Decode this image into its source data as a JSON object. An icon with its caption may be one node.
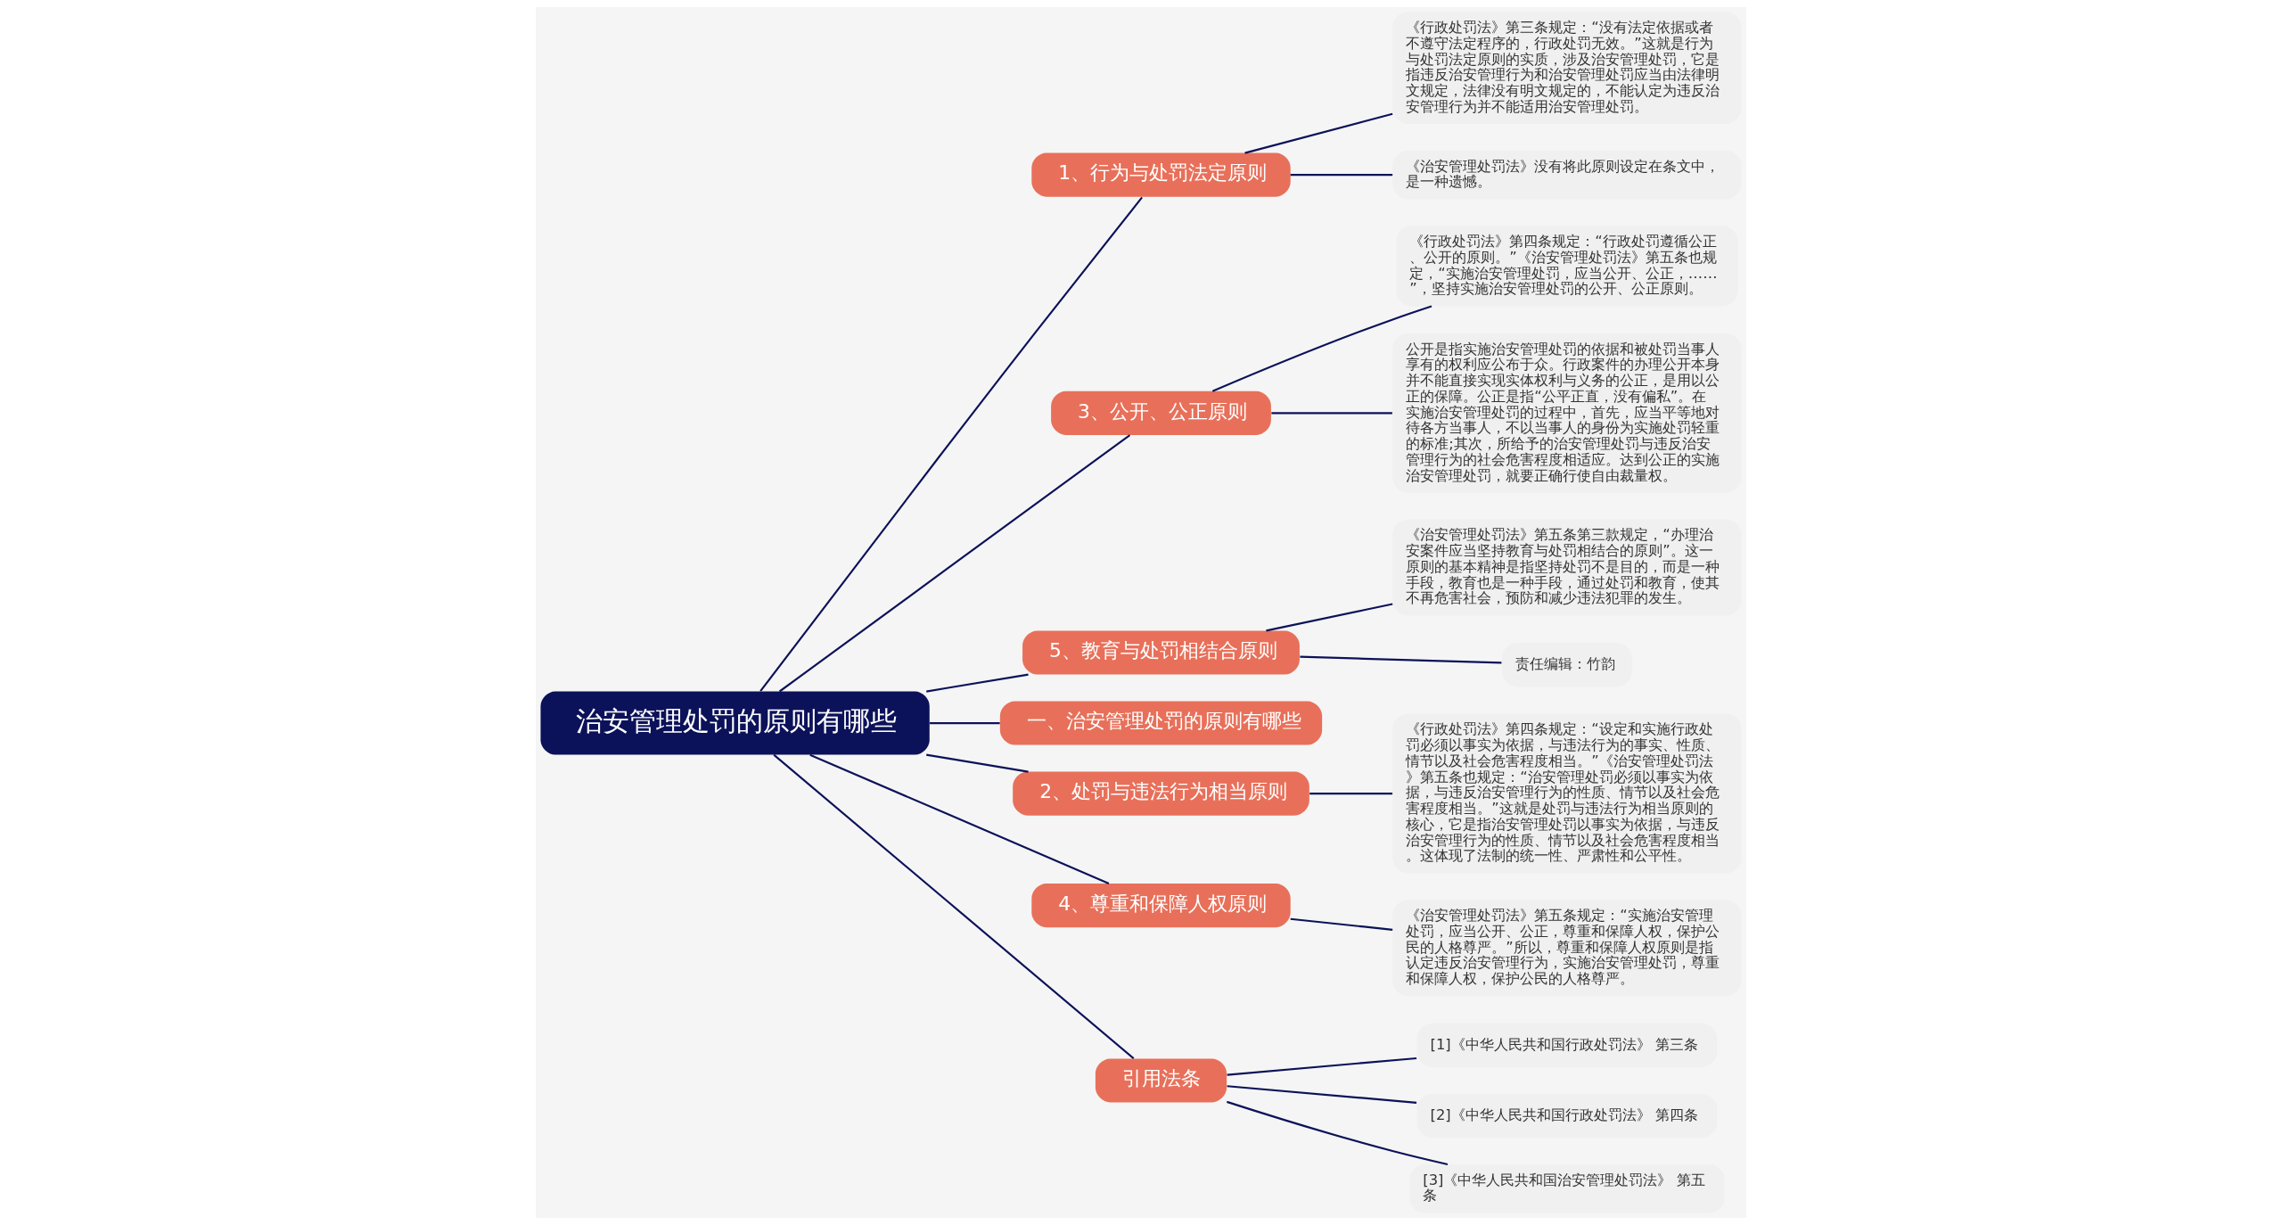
{
  "diagram": {
    "nodes": [
      {
        "text": [
          "治安管理处罚的原则有哪些"
        ]
      },
      {
        "text": [
          "1、行为与处罚法定原则"
        ]
      },
      {
        "text": [
          "《行政处罚法》第三条规定：“没有法定依据或者不遵守法定程序的，行政处罚无效。”这就是行为与处罚法定原则的实质，涉及治安管理处罚，它是指违反治安管理行为和治安管理处罚应当由法律明文规定，法律没有明文规定的，不能认定为违反治安管理行为并不能适用治安管理处罚。"
        ]
      },
      {
        "text": [
          "《治安管理处罚法》没有将此原则设定在条文中，是一种遗憾。"
        ]
      },
      {
        "text": [
          "3、公开、公正原则"
        ]
      },
      {
        "text": [
          "《行政处罚法》第四条规定：“行政处罚遵循公正、公开的原则。”《治安管理处罚法》第五条也规定，“实施治安管理处罚，应当公开、公正，……”，坚持实施治安管理处罚的公开、公正原则。"
        ]
      },
      {
        "text": [
          "公开是指实施治安管理处罚的依据和被处罚当事人享有的权利应公布于众。行政案件的办理公开本身并不能直接实现实体权利与义务的公正，是用以公正的保障。公正是指“公平正直，没有偏私”。在实施治安管理处罚的过程中，首先，应当平等地对待各方当事人，不以当事人的身份为实施处罚轻重的标准;其次，所给予的治安管理处罚与违反治安管理行为的社会危害程度相适应。达到公正的实施治安管理处罚，就要正确行使自由裁量权。"
        ]
      },
      {
        "text": [
          "5、教育与处罚相结合原则"
        ]
      },
      {
        "text": [
          "《治安管理处罚法》第五条第三款规定，“办理治安案件应当坚持教育与处罚相结合的原则”。这一原则的基本精神是指坚持处罚不是目的，而是一种手段，教育也是一种手段，通过处罚和教育，使其不再危害社会，预防和减少违法犯罪的发生。"
        ]
      },
      {
        "text": [
          "责任编辑：竹韵"
        ]
      },
      {
        "text": [
          "一、治安管理处罚的原则有哪些"
        ]
      },
      {
        "text": [
          "2、处罚与违法行为相当原则"
        ]
      },
      {
        "text": [
          "《行政处罚法》第四条规定：“设定和实施行政处罚必须以事实为依据，与违法行为的事实、性质、情节以及社会危害程度相当。”《治安管理处罚法》第五条也规定：“治安管理处罚必须以事实为依据，与违反治安管理行为的性质、情节以及社会危害程度相当。”这就是处罚与违法行为相当原则的核心，它是指治安管理处罚以事实为依据，与违反治安管理行为的性质、情节以及社会危害程度相当。这体现了法制的统一性、严肃性和公平性。"
        ]
      },
      {
        "text": [
          "4、尊重和保障人权原则"
        ]
      },
      {
        "text": [
          "《治安管理处罚法》第五条规定：“实施治安管理处罚，应当公开、公正，尊重和保障人权，保护公民的人格尊严。”所以，尊重和保障人权原则是指认定违反治安管理行为，实施治安管理处罚，尊重和保障人权，保护公民的人格尊严。"
        ]
      },
      {
        "text": [
          "引用法条"
        ]
      },
      {
        "text": [
          "[1]《中华人民共和国行政处罚法》 第三条"
        ]
      },
      {
        "text": [
          "[2]《中华人民共和国行政处罚法》 第四条"
        ]
      },
      {
        "text": [
          "[3]《中华人民共和国治安管理处罚法》 第五条"
        ]
      }
    ],
    "edges": [
      {
        "from": 0,
        "to": 1,
        "arrow": "none"
      },
      {
        "from": 1,
        "to": 2,
        "arrow": "none"
      },
      {
        "from": 1,
        "to": 3,
        "arrow": "none"
      },
      {
        "from": 0,
        "to": 4,
        "arrow": "none"
      },
      {
        "from": 4,
        "to": 5,
        "arrow": "none"
      },
      {
        "from": 4,
        "to": 6,
        "arrow": "none"
      },
      {
        "from": 0,
        "to": 7,
        "arrow": "none"
      },
      {
        "from": 7,
        "to": 8,
        "arrow": "none"
      },
      {
        "from": 7,
        "to": 9,
        "arrow": "none"
      },
      {
        "from": 0,
        "to": 10,
        "arrow": "none"
      },
      {
        "from": 0,
        "to": 11,
        "arrow": "none"
      },
      {
        "from": 11,
        "to": 12,
        "arrow": "none"
      },
      {
        "from": 0,
        "to": 13,
        "arrow": "none"
      },
      {
        "from": 13,
        "to": 14,
        "arrow": "none"
      },
      {
        "from": 0,
        "to": 15,
        "arrow": "none"
      },
      {
        "from": 15,
        "to": 16,
        "arrow": "none"
      },
      {
        "from": 15,
        "to": 17,
        "arrow": "none"
      },
      {
        "from": 15,
        "to": 18,
        "arrow": "none"
      }
    ]
  }
}
